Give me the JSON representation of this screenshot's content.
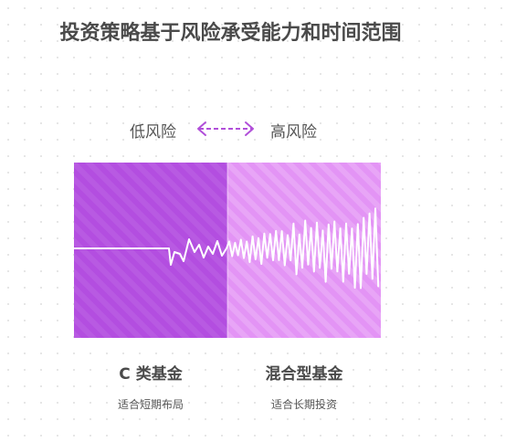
{
  "title": "投资策略基于风险承受能力和时间范围",
  "risk_scale": {
    "low_label": "低风险",
    "high_label": "高风险"
  },
  "funds": [
    {
      "name": "C 类基金",
      "description": "适合短期布局",
      "color": "#b34ee0"
    },
    {
      "name": "混合型基金",
      "description": "适合长期投资",
      "color": "#e394f5"
    }
  ],
  "colors": {
    "arrow": "#b14fd9",
    "wave": "#ffffff",
    "title": "#4a4a4a"
  }
}
